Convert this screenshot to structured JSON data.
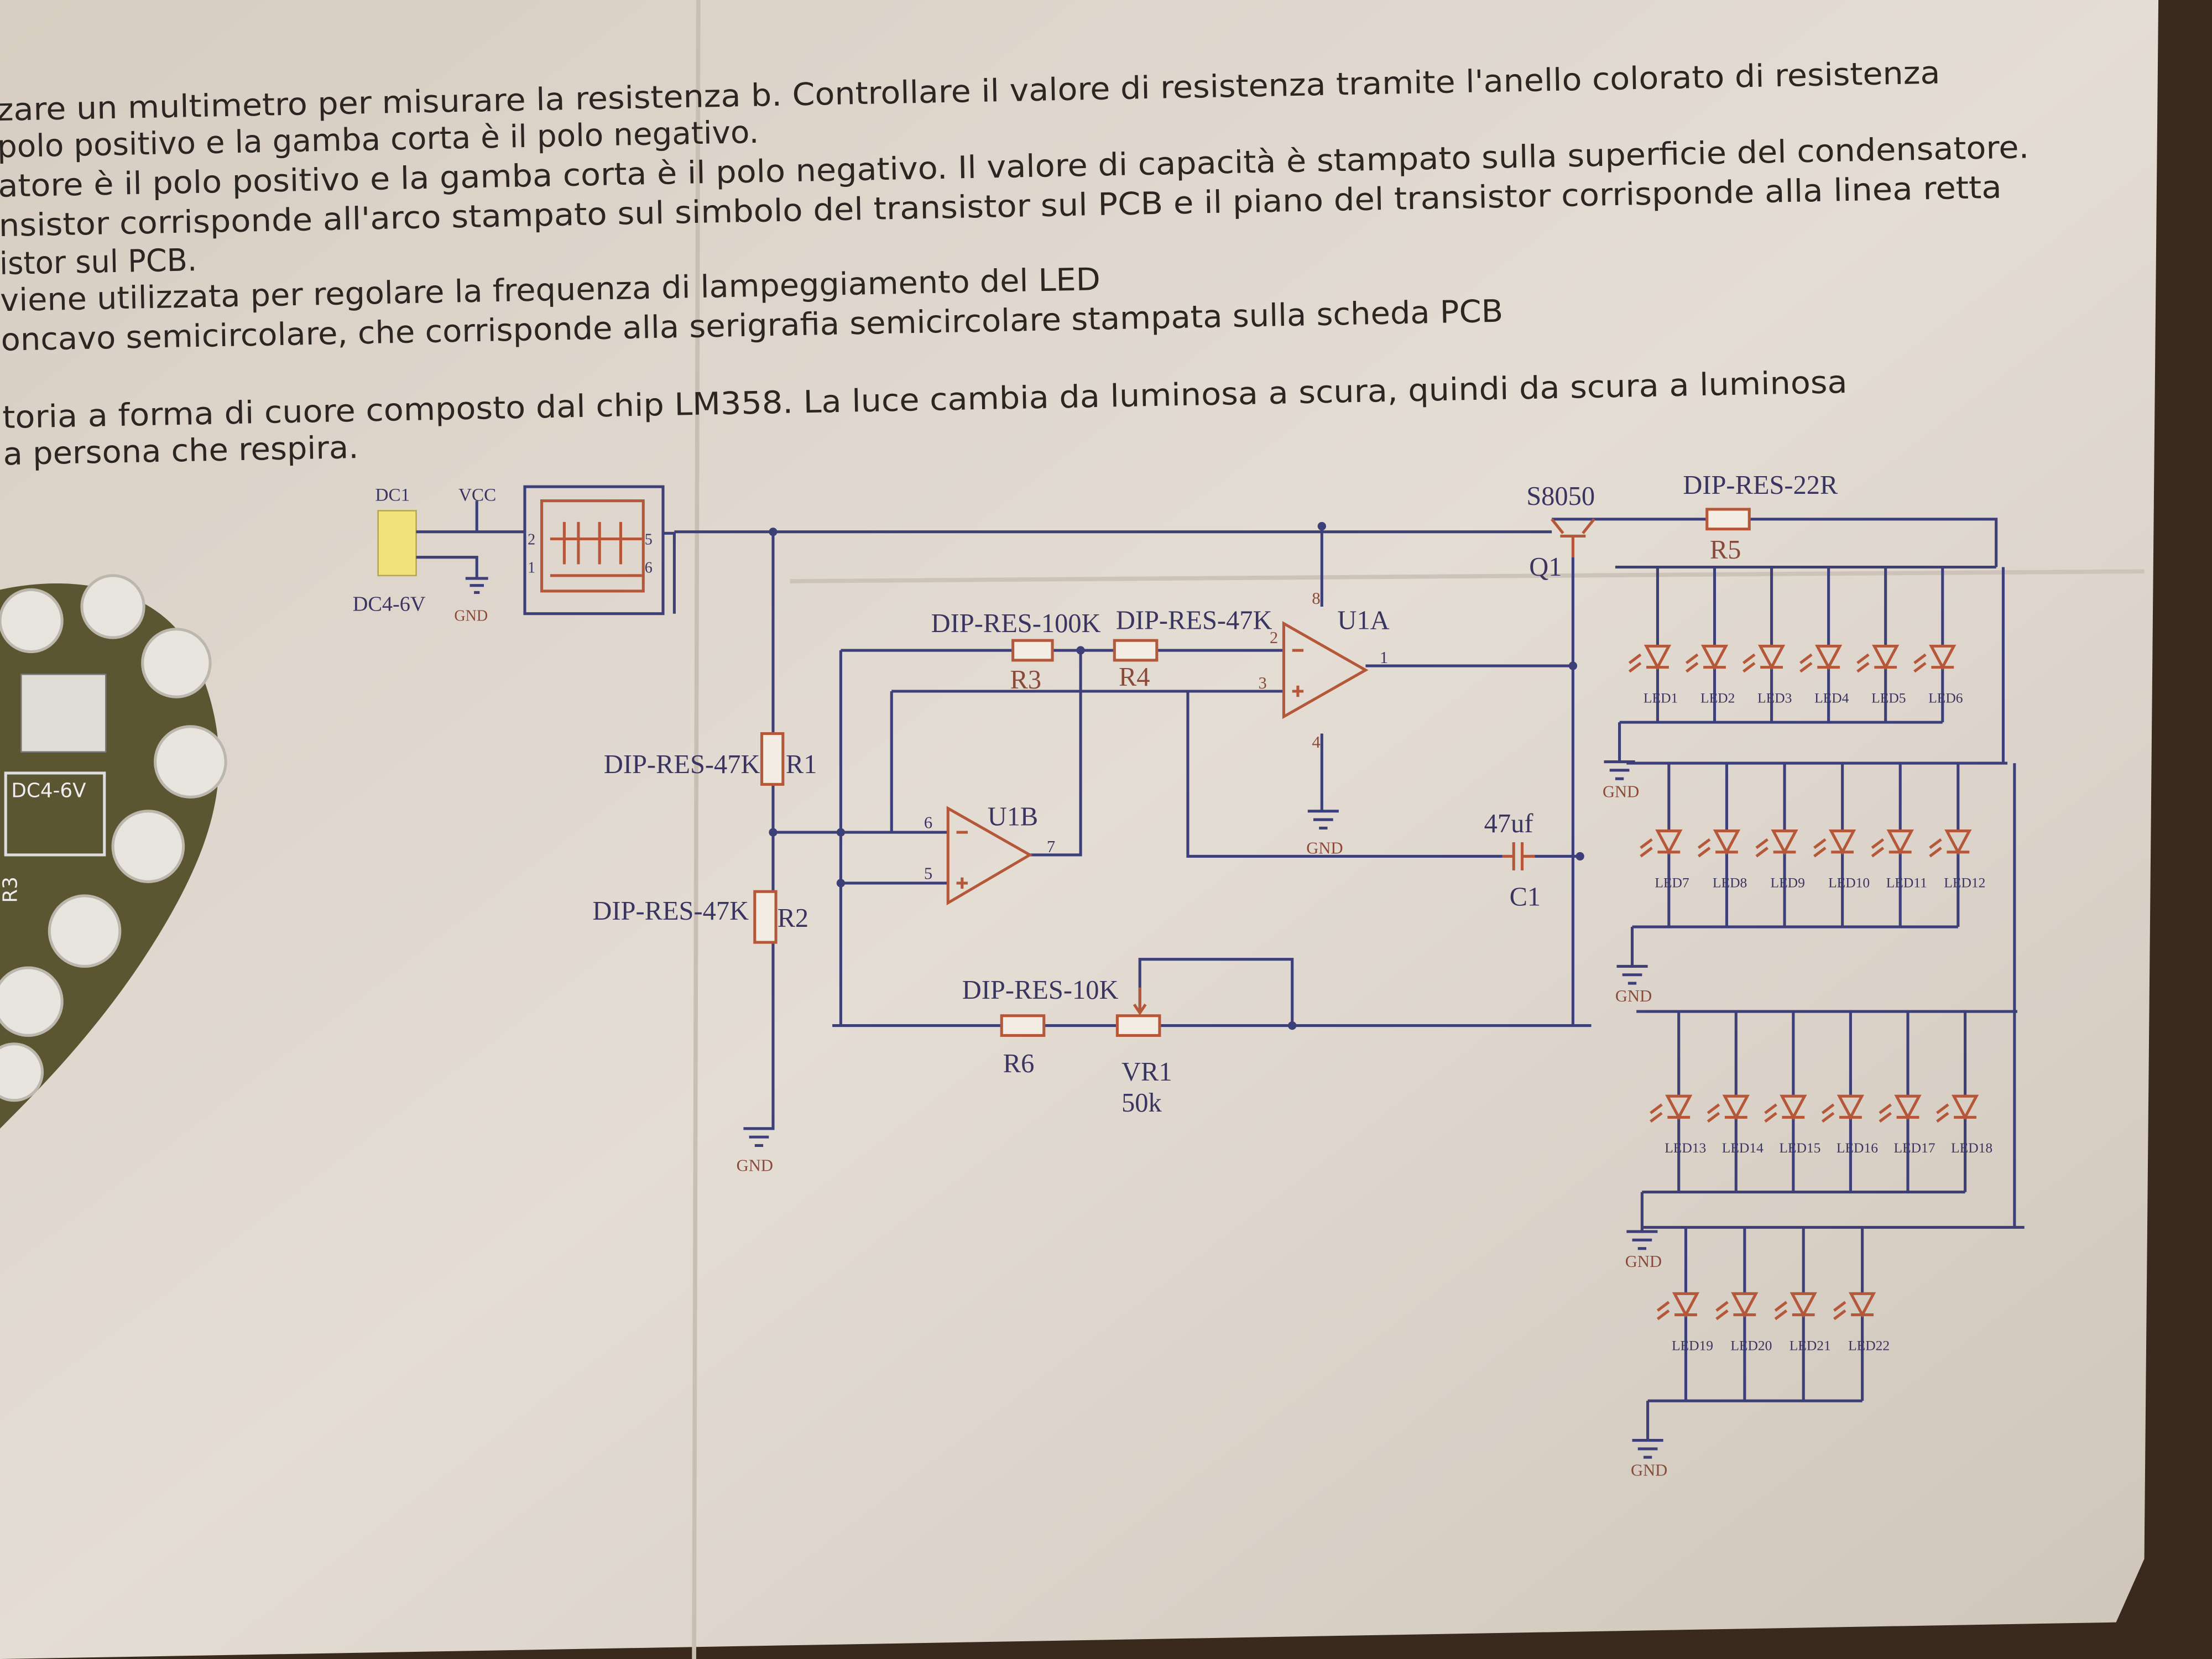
{
  "instructions": [
    "zare un multimetro per misurare la resistenza b. Controllare il valore di resistenza tramite l'anello colorato di resistenza",
    "polo positivo e la gamba corta è il polo negativo.",
    "atore è il polo positivo e la gamba corta è il polo negativo. Il valore di capacità è stampato sulla superficie del condensatore.",
    "nsistor corrisponde all'arco stampato sul simbolo del transistor sul PCB e il piano del transistor corrisponde alla linea retta",
    "istor sul PCB.",
    "viene utilizzata per regolare la frequenza di lampeggiamento del LED",
    "oncavo semicircolare, che corrisponde alla serigrafia semicircolare stampata sulla scheda PCB",
    "toria a forma di cuore composto dal chip LM358. La luce cambia da luminosa a scura, quindi da scura a luminosa",
    "a persona che respira."
  ],
  "schematic": {
    "dc1": "DC1",
    "vcc": "VCC",
    "dc_range": "DC4-6V",
    "gnd": "GND",
    "sw_pins": [
      "2",
      "1",
      "5",
      "6"
    ],
    "q1_type": "S8050",
    "q1": "Q1",
    "r5_type": "DIP-RES-22R",
    "r5": "R5",
    "r3_type": "DIP-RES-100K",
    "r3": "R3",
    "r4_type": "DIP-RES-47K",
    "r4": "R4",
    "u1a": "U1A",
    "u1b": "U1B",
    "u1a_pins": [
      "2",
      "3",
      "1",
      "8",
      "4"
    ],
    "u1b_pins": [
      "6",
      "5",
      "7"
    ],
    "r1_type": "DIP-RES-47K",
    "r1": "R1",
    "r2_type": "DIP-RES-47K",
    "r2": "R2",
    "c1_value": "47uf",
    "c1": "C1",
    "r6_type": "DIP-RES-10K",
    "r6": "R6",
    "vr1": "VR1",
    "vr1_value": "50k"
  },
  "led_groups": [
    [
      "LED1",
      "LED2",
      "LED3",
      "LED4",
      "LED5",
      "LED6"
    ],
    [
      "LED7",
      "LED8",
      "LED9",
      "LED10",
      "LED11",
      "LED12"
    ],
    [
      "LED13",
      "LED14",
      "LED15",
      "LED16",
      "LED17",
      "LED18"
    ],
    [
      "LED19",
      "LED20",
      "LED21",
      "LED22"
    ]
  ],
  "pcb_label": "DC4-6V",
  "pcb_ref": "R3",
  "colors": {
    "paper": "#dcd3c8",
    "wire": "#3d3f78",
    "component": "#b5583a",
    "table": "#3a2a1e"
  }
}
